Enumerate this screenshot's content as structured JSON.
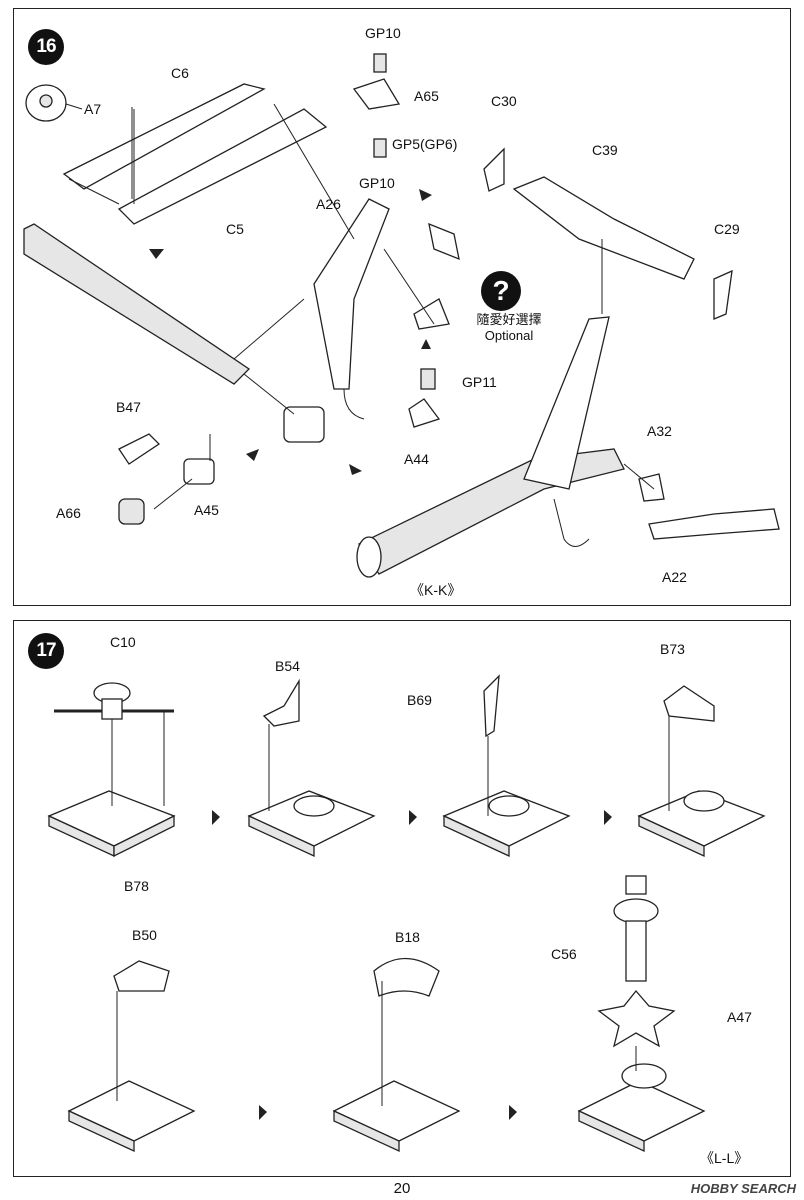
{
  "step16": {
    "number": "16",
    "labels": {
      "a7": "A7",
      "c6": "C6",
      "c5": "C5",
      "gp10_top": "GP10",
      "a65": "A65",
      "gp5": "GP5(GP6)",
      "gp10_bottom": "GP10",
      "c30": "C30",
      "c39": "C39",
      "c29": "C29",
      "a26": "A26",
      "gp11": "GP11",
      "a44": "A44",
      "b47": "B47",
      "a66": "A66",
      "a45": "A45",
      "a32": "A32",
      "a22": "A22"
    },
    "optional": {
      "icon": "question-icon",
      "glyph": "?",
      "chinese": "隨愛好選擇",
      "english": "Optional"
    },
    "view": "《K-K》"
  },
  "step17": {
    "number": "17",
    "labels": {
      "c10": "C10",
      "b78": "B78",
      "b54": "B54",
      "b69": "B69",
      "b73": "B73",
      "b50": "B50",
      "b18": "B18",
      "c56": "C56",
      "a47": "A47"
    },
    "view": "《L-L》"
  },
  "page_number": "20",
  "watermark": "HOBBY SEARCH"
}
